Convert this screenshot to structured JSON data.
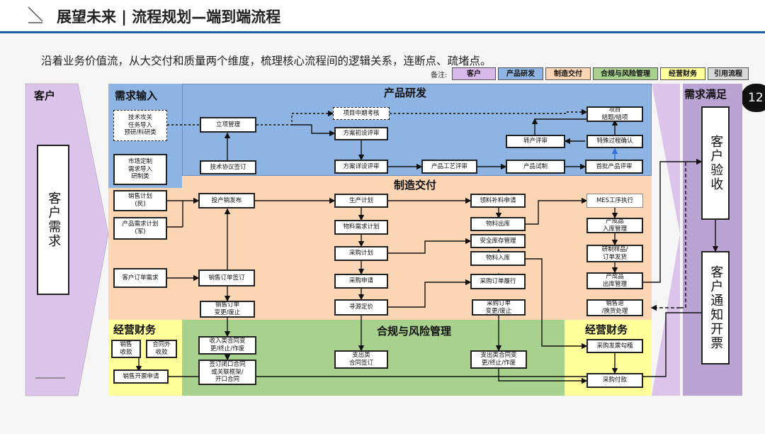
{
  "header": {
    "title": "展望未来 | 流程规划—端到端流程"
  },
  "subtitle": "沿着业务价值流，从大交付和质量两个维度，梳理核心流程间的逻辑关系，连断点、疏堵点。",
  "page_number": "12",
  "legend": {
    "label": "备注:",
    "items": [
      {
        "label": "客户",
        "color": "#d8b8e8"
      },
      {
        "label": "产品研发",
        "color": "#8db4e2"
      },
      {
        "label": "制造交付",
        "color": "#fcd5b4"
      },
      {
        "label": "合规与风险管理",
        "color": "#a9d18e"
      },
      {
        "label": "经营财务",
        "color": "#ffff99"
      },
      {
        "label": "引用流程",
        "color": "#d9d9d9"
      }
    ]
  },
  "zones": {
    "customer": "客户",
    "demand_input": "需求输入",
    "product_rd": "产品研发",
    "manufacturing": "制造交付",
    "finance_left": "经营财务",
    "compliance": "合规与风险管理",
    "finance_right": "经营财务",
    "demand_satisfied": "需求满足"
  },
  "customer": {
    "need": "客户需求"
  },
  "satisfied": {
    "acceptance": "客户验收",
    "invoice": "客户通知开票"
  },
  "boxes": {
    "tech_task": "技术攻关\n任务导入\n预研/科研类",
    "market_custom": "市场定制\n需求导入\n研制类",
    "sales_plan_civil": "销售计划\n(民)",
    "product_demand_mil": "产品需求计划\n(军)",
    "customer_order": "客户订单需求",
    "sales_receipt": "销售\n收款",
    "contract_receipt": "合同外\n收款",
    "sales_invoice": "销售开票申请",
    "project_mgmt": "立项管理",
    "tech_agreement": "技术协议签订",
    "mid_review": "项目中期考核",
    "prelim_review": "方案初设评审",
    "detail_review": "方案详设评审",
    "process_review": "产品工艺评审",
    "product_trial": "产品试制",
    "transfer_review": "转产评审",
    "project_close": "项目\n结题/结项",
    "special_confirm": "特殊过程确认",
    "first_batch_review": "首批产品评审",
    "production_release": "投产销发布",
    "production_plan": "生产计划",
    "material_supply": "领料补料申请",
    "mes": "MES工序执行",
    "material_demand": "物料需求计划",
    "material_out": "物料出库",
    "safety_stock": "安全库存管理",
    "finished_in": "产成品\n入库管理",
    "purchase_plan": "采购计划",
    "material_in": "物料入库",
    "sample_ship": "研制样品/\n订单发货",
    "sales_order_sign": "销售订单签订",
    "purchase_request": "采购申请",
    "purchase_follow": "采购订单履行",
    "finished_out": "产成品\n出库管理",
    "sales_order_change": "销售订单\n变更/废止",
    "sourcing": "寻源定价",
    "purchase_order_change": "采购订单\n变更/废止",
    "sales_return": "销售退\n/换货处理",
    "income_contract": "收入类合同变\n更/终止/作废",
    "signed_contract": "签订闭口合同\n或关联框架/\n开口合同",
    "expense_contract_sign": "支出类\n合同签订",
    "expense_contract_change": "支出类合同变\n更/终止/作废",
    "purchase_invoice": "采购发票勾稽",
    "purchase_payment": "采购付款"
  }
}
